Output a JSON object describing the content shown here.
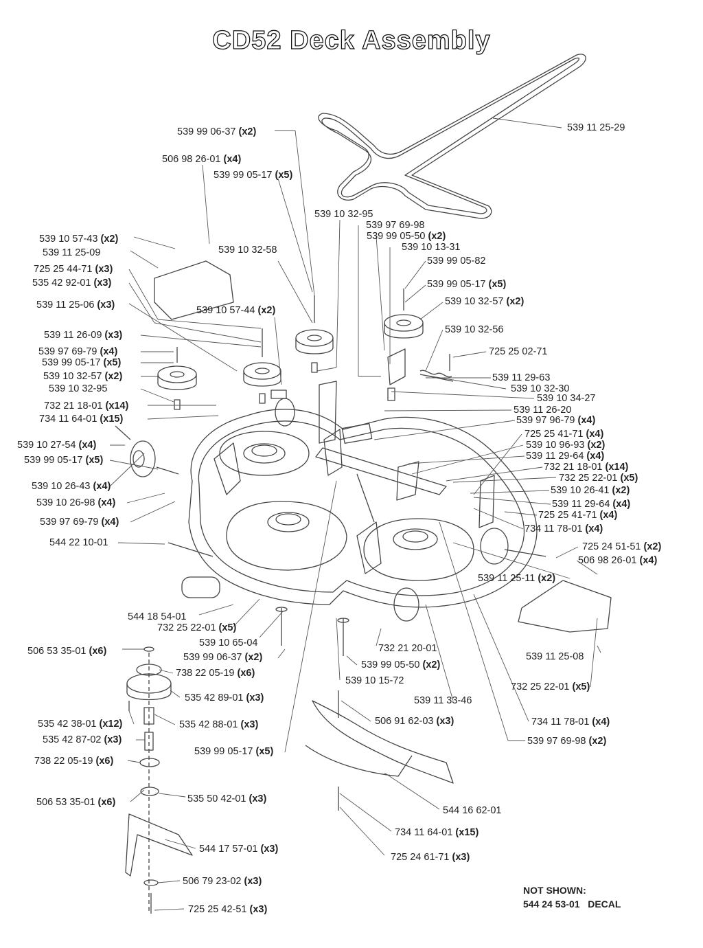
{
  "title": "CD52 Deck Assembly",
  "not_shown": {
    "heading": "NOT SHOWN:",
    "part": "544 24 53-01",
    "name": "DECAL"
  },
  "labels": [
    {
      "part": "539 11 25-29",
      "qty": ""
    },
    {
      "part": "539 99 06-37",
      "qty": "(x2)"
    },
    {
      "part": "506 98 26-01",
      "qty": "(x4)"
    },
    {
      "part": "539 99 05-17",
      "qty": "(x5)"
    },
    {
      "part": "539 10 32-95",
      "qty": ""
    },
    {
      "part": "539 97 69-98",
      "qty": ""
    },
    {
      "part": "539 99 05-50",
      "qty": "(x2)"
    },
    {
      "part": "539 10 13-31",
      "qty": ""
    },
    {
      "part": "539 99 05-82",
      "qty": ""
    },
    {
      "part": "539 99 05-17",
      "qty": "(x5)"
    },
    {
      "part": "539 10 32-57",
      "qty": "(x2)"
    },
    {
      "part": "539 10 32-56",
      "qty": ""
    },
    {
      "part": "725 25 02-71",
      "qty": ""
    },
    {
      "part": "539 10 57-43",
      "qty": "(x2)"
    },
    {
      "part": "539 11 25-09",
      "qty": ""
    },
    {
      "part": "725 25 44-71",
      "qty": "(x3)"
    },
    {
      "part": "535 42 92-01",
      "qty": "(x3)"
    },
    {
      "part": "539 10 32-58",
      "qty": ""
    },
    {
      "part": "539 11 25-06",
      "qty": "(x3)"
    },
    {
      "part": "539 10 57-44",
      "qty": "(x2)"
    },
    {
      "part": "539 11 26-09",
      "qty": "(x3)"
    },
    {
      "part": "539 97 69-79",
      "qty": "(x4)"
    },
    {
      "part": "539 99 05-17",
      "qty": "(x5)"
    },
    {
      "part": "539 10 32-57",
      "qty": "(x2)"
    },
    {
      "part": "539 10 32-95",
      "qty": ""
    },
    {
      "part": "732 21 18-01",
      "qty": "(x14)"
    },
    {
      "part": "734 11 64-01",
      "qty": "(x15)"
    },
    {
      "part": "539 11 29-63",
      "qty": ""
    },
    {
      "part": "539 10 32-30",
      "qty": ""
    },
    {
      "part": "539 10 34-27",
      "qty": ""
    },
    {
      "part": "539 11 26-20",
      "qty": ""
    },
    {
      "part": "539 97 96-79",
      "qty": "(x4)"
    },
    {
      "part": "725 25 41-71",
      "qty": "(x4)"
    },
    {
      "part": "539 10 96-93",
      "qty": "(x2)"
    },
    {
      "part": "539 11 29-64",
      "qty": "(x4)"
    },
    {
      "part": "732 21 18-01",
      "qty": "(x14)"
    },
    {
      "part": "732 25 22-01",
      "qty": "(x5)"
    },
    {
      "part": "539 10 26-41",
      "qty": "(x2)"
    },
    {
      "part": "539 11 29-64",
      "qty": "(x4)"
    },
    {
      "part": "725 25 41-71",
      "qty": "(x4)"
    },
    {
      "part": "734 11 78-01",
      "qty": "(x4)"
    },
    {
      "part": "539 10 27-54",
      "qty": "(x4)"
    },
    {
      "part": "539 99 05-17",
      "qty": "(x5)"
    },
    {
      "part": "539 10 26-43",
      "qty": "(x4)"
    },
    {
      "part": "539 10 26-98",
      "qty": "(x4)"
    },
    {
      "part": "539 97 69-79",
      "qty": "(x4)"
    },
    {
      "part": "544 22 10-01",
      "qty": ""
    },
    {
      "part": "725 24 51-51",
      "qty": "(x2)"
    },
    {
      "part": "506 98 26-01",
      "qty": "(x4)"
    },
    {
      "part": "539 11 25-11",
      "qty": "(x2)"
    },
    {
      "part": "544 18 54-01",
      "qty": ""
    },
    {
      "part": "732 25 22-01",
      "qty": "(x5)"
    },
    {
      "part": "539 10 65-04",
      "qty": ""
    },
    {
      "part": "506 53 35-01",
      "qty": "(x6)"
    },
    {
      "part": "539 99 06-37",
      "qty": "(x2)"
    },
    {
      "part": "738 22 05-19",
      "qty": "(x6)"
    },
    {
      "part": "732 21 20-01",
      "qty": ""
    },
    {
      "part": "539 99 05-50",
      "qty": "(x2)"
    },
    {
      "part": "539 10 15-72",
      "qty": ""
    },
    {
      "part": "539 11 25-08",
      "qty": ""
    },
    {
      "part": "732 25 22-01",
      "qty": "(x5)"
    },
    {
      "part": "535 42 89-01",
      "qty": "(x3)"
    },
    {
      "part": "539 11 33-46",
      "qty": ""
    },
    {
      "part": "535 42 38-01",
      "qty": "(x12)"
    },
    {
      "part": "535 42 88-01",
      "qty": "(x3)"
    },
    {
      "part": "506 91 62-03",
      "qty": "(x3)"
    },
    {
      "part": "734 11 78-01",
      "qty": "(x4)"
    },
    {
      "part": "535 42 87-02",
      "qty": "(x3)"
    },
    {
      "part": "539 99 05-17",
      "qty": "(x5)"
    },
    {
      "part": "539 97 69-98",
      "qty": "(x2)"
    },
    {
      "part": "738 22 05-19",
      "qty": "(x6)"
    },
    {
      "part": "506 53 35-01",
      "qty": "(x6)"
    },
    {
      "part": "535 50 42-01",
      "qty": "(x3)"
    },
    {
      "part": "544 16 62-01",
      "qty": ""
    },
    {
      "part": "734 11 64-01",
      "qty": "(x15)"
    },
    {
      "part": "544 17 57-01",
      "qty": "(x3)"
    },
    {
      "part": "725 24 61-71",
      "qty": "(x3)"
    },
    {
      "part": "506 79 23-02",
      "qty": "(x3)"
    },
    {
      "part": "725 25 42-51",
      "qty": "(x3)"
    }
  ]
}
